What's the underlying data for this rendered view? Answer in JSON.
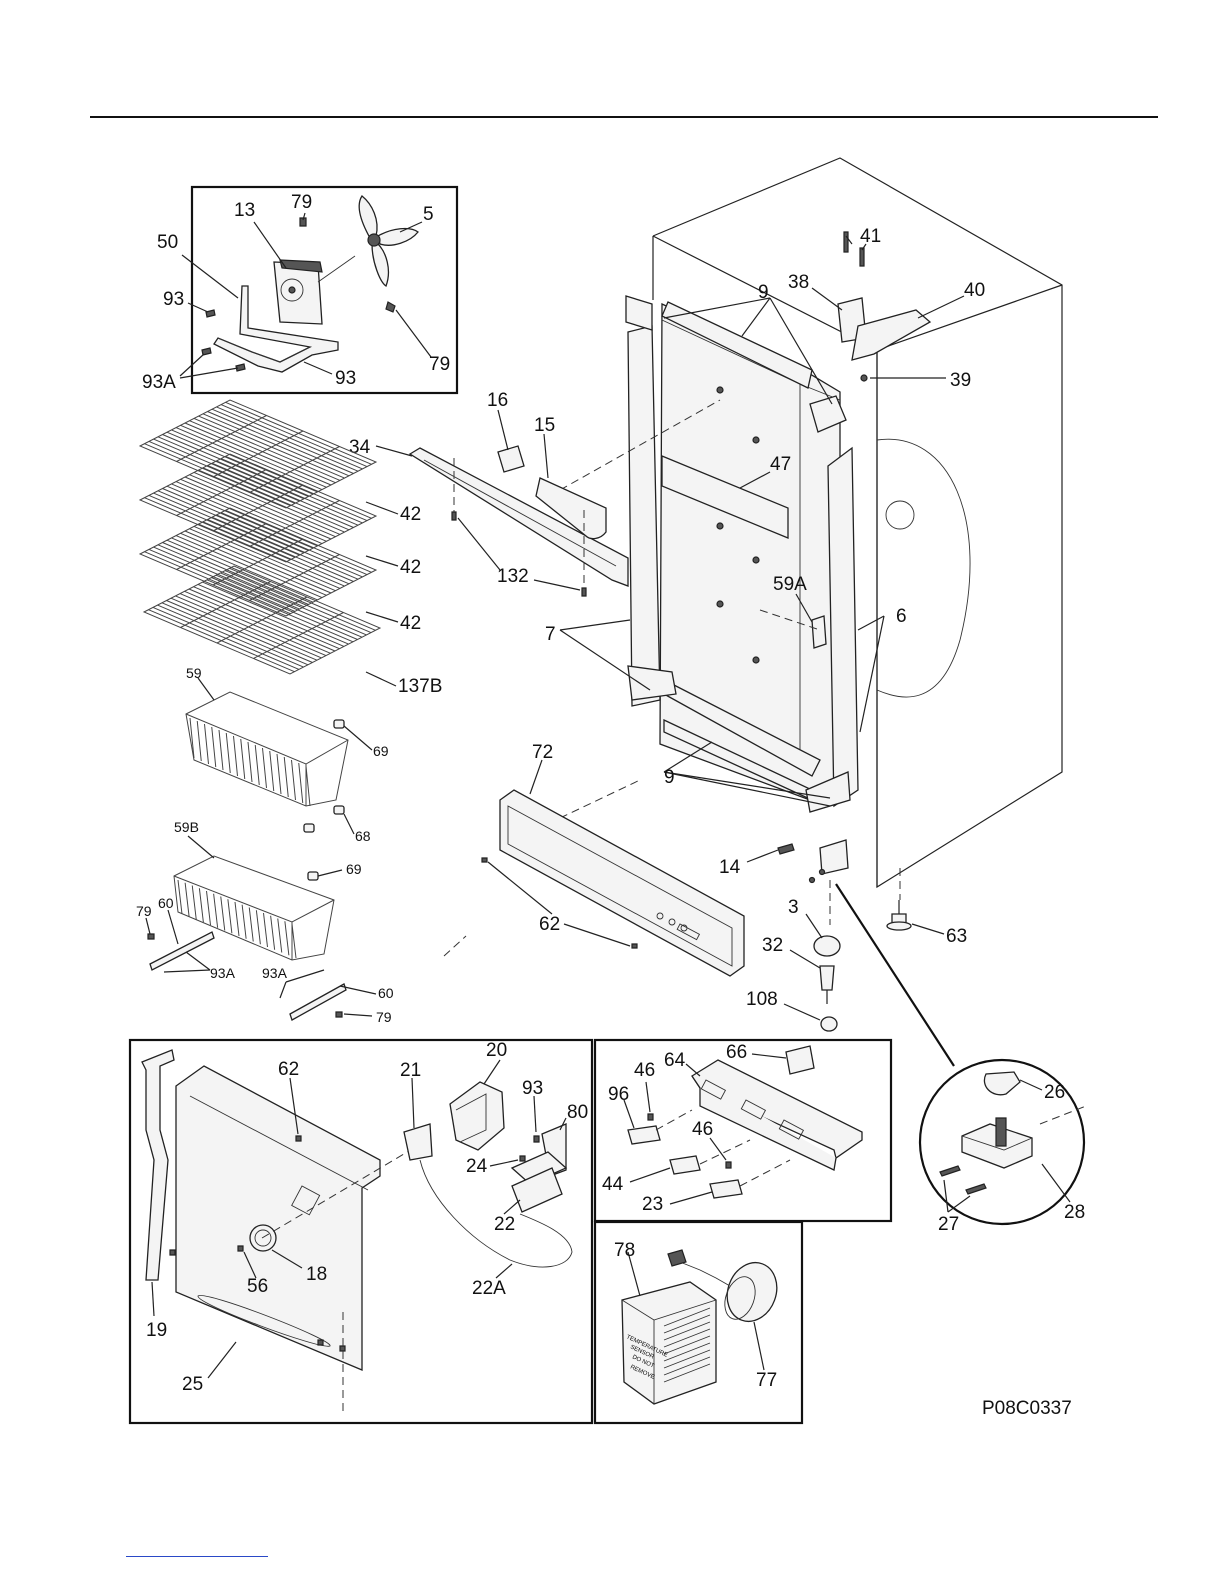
{
  "drawing_id": "P08C0337",
  "callouts": {
    "fan_13": "13",
    "fan_79a": "79",
    "fan_5": "5",
    "fan_50": "50",
    "fan_93a": "93",
    "fan_79b": "79",
    "fan_93A": "93A",
    "fan_93b": "93",
    "c41": "41",
    "c38": "38",
    "c40": "40",
    "c39": "39",
    "c9top": "9",
    "c16": "16",
    "c15": "15",
    "c34": "34",
    "c47": "47",
    "c132": "132",
    "c59A": "59A",
    "c6": "6",
    "c7": "7",
    "c9bot": "9",
    "c72": "72",
    "c42a": "42",
    "c42b": "42",
    "c42c": "42",
    "c137B": "137B",
    "c59": "59",
    "c69a": "69",
    "c68": "68",
    "c59B": "59B",
    "c69b": "69",
    "c79a": "79",
    "c60a": "60",
    "c93Aa": "93A",
    "c93Ab": "93A",
    "c60b": "60",
    "c79b": "79",
    "c14": "14",
    "c3": "3",
    "c32": "32",
    "c108": "108",
    "c62": "62",
    "c63": "63",
    "c26": "26",
    "c27": "27",
    "c28": "28",
    "b20": "20",
    "b62": "62",
    "b21": "21",
    "b93": "93",
    "b80": "80",
    "b24": "24",
    "b22": "22",
    "b22A": "22A",
    "b18": "18",
    "b56": "56",
    "b19": "19",
    "b25": "25",
    "d66": "66",
    "d46a": "46",
    "d64": "64",
    "d96": "96",
    "d46b": "46",
    "d44": "44",
    "d23": "23",
    "e78": "78",
    "e77": "77"
  },
  "sensor_label": [
    "TEMPERATURE",
    "SENSOR",
    "DO NOT",
    "REMOVE"
  ]
}
